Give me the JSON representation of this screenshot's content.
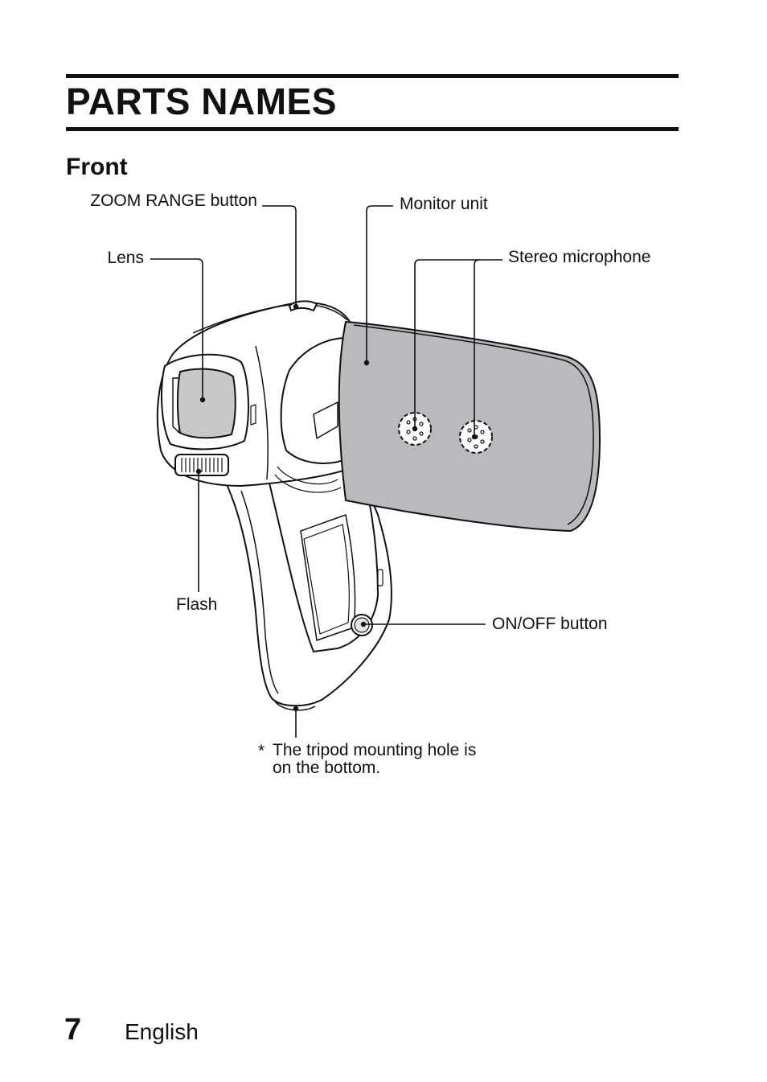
{
  "header": {
    "title": "PARTS NAMES"
  },
  "section": {
    "title": "Front"
  },
  "labels": {
    "zoom_range": "ZOOM RANGE button",
    "lens": "Lens",
    "monitor": "Monitor unit",
    "stereo_mic": "Stereo microphone",
    "flash": "Flash",
    "on_off": "ON/OFF button"
  },
  "footnote": {
    "marker": "*",
    "line1": "The tripod mounting hole is",
    "line2": "on the bottom."
  },
  "footer": {
    "page_number": "7",
    "language": "English"
  },
  "colors": {
    "monitor_fill": "#b9babd",
    "ink": "#111111",
    "body_fill": "#ffffff"
  }
}
